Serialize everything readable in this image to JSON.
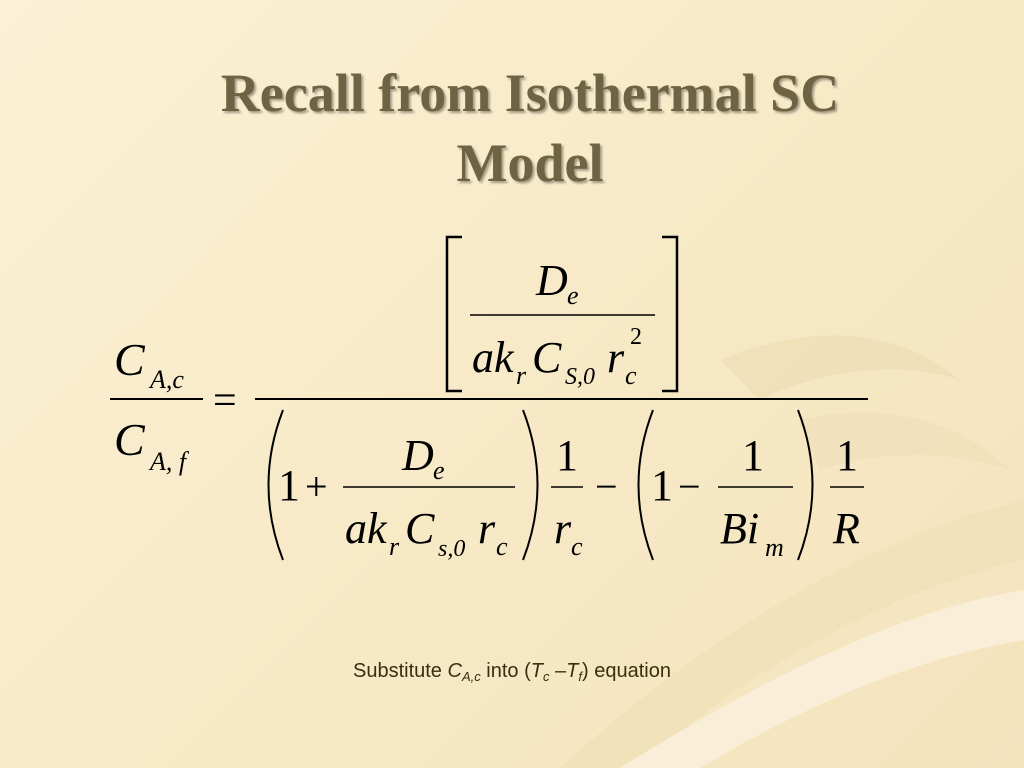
{
  "slide": {
    "title_line1": "Recall from Isothermal SC",
    "title_line2": "Model"
  },
  "equation": {
    "lhs_num": "C",
    "lhs_num_sub": "A,c",
    "lhs_den": "C",
    "lhs_den_sub": "A, f",
    "equals": "=",
    "D": "D",
    "e": "e",
    "ak": "ak",
    "r": "r",
    "C": "C",
    "S0_upper": "S,0",
    "s0_lower": "s,0",
    "c": "c",
    "sq": "2",
    "one": "1",
    "plus": "+",
    "minus": "−",
    "Bi": "Bi",
    "m": "m",
    "R": "R"
  },
  "caption": {
    "prefix": "Substitute ",
    "C": "C",
    "C_sub": "A,c",
    "middle": " into (",
    "T1": "T",
    "T1_sub": "c",
    "dash": " –",
    "T2": "T",
    "T2_sub": "f",
    "suffix": ") equation"
  },
  "theme": {
    "title_color": "#6e6443",
    "background": "#f7e9c6"
  }
}
